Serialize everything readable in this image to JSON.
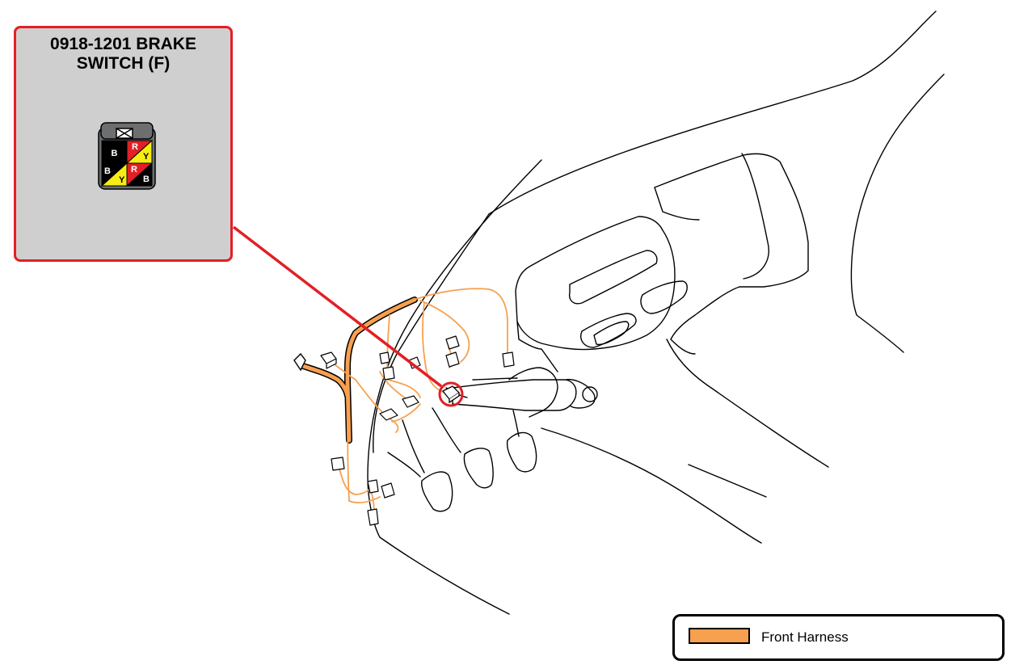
{
  "callout": {
    "title_line1": "0918-1201 BRAKE",
    "title_line2": "SWITCH (F)",
    "connector": {
      "pins": [
        {
          "label": "B",
          "color": "#000000"
        },
        {
          "label": "R",
          "color": "#e21f26"
        },
        {
          "label": "Y",
          "color": "#f7ec13"
        },
        {
          "label": "B",
          "color": "#000000"
        },
        {
          "label": "Y",
          "color": "#f7ec13"
        },
        {
          "label": "R",
          "color": "#e21f26"
        },
        {
          "label": "B",
          "color": "#000000"
        }
      ]
    }
  },
  "legend": {
    "items": [
      {
        "label": "Front Harness",
        "color": "#f7a04f"
      }
    ]
  },
  "colors": {
    "harness": "#f7a04f",
    "callout_border": "#e21f26",
    "callout_background": "#cfcfcf"
  }
}
